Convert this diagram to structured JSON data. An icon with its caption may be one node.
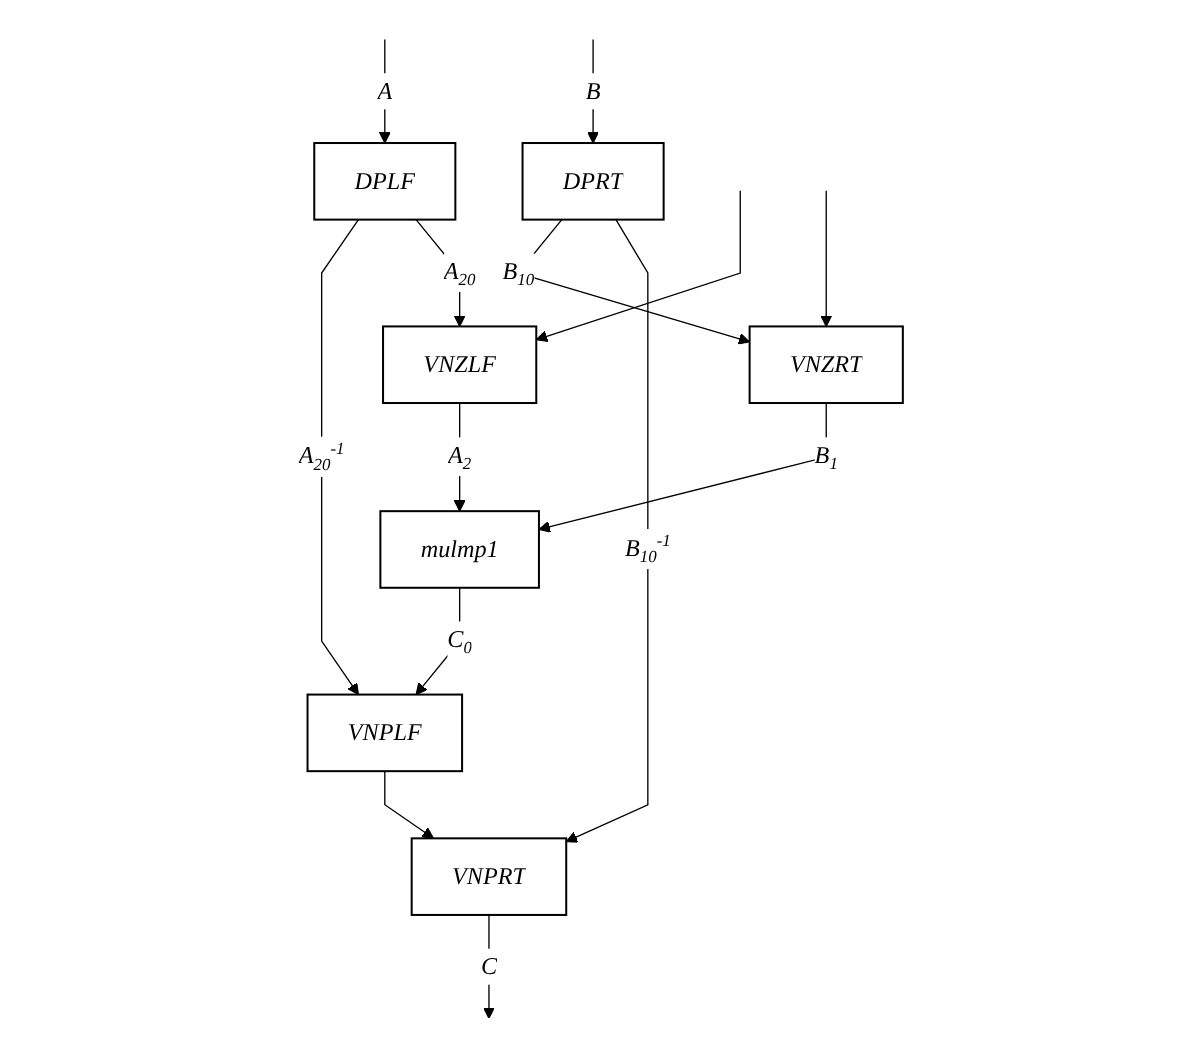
{
  "diagram": {
    "nodes": [
      {
        "text": [
          "DPLF"
        ]
      },
      {
        "text": [
          "DPRT"
        ]
      },
      {
        "text": [
          "VNZLF"
        ]
      },
      {
        "text": [
          "VNZRT"
        ]
      },
      {
        "text": [
          "mulmp1"
        ]
      },
      {
        "text": [
          "VNPLF"
        ]
      },
      {
        "text": [
          "VNPRT"
        ]
      }
    ],
    "edges": [
      {
        "from": null,
        "to": 0,
        "arrow": "to",
        "label": "A"
      },
      {
        "from": null,
        "to": 2,
        "arrow": "to"
      },
      {
        "from": null,
        "to": 1,
        "arrow": "to",
        "label": "B"
      },
      {
        "from": null,
        "to": 3,
        "arrow": "to"
      },
      {
        "from": 0,
        "to": 5,
        "arrow": "to",
        "label": "A$_{20}$$^{-1}$"
      },
      {
        "from": 0,
        "to": 2,
        "arrow": "to",
        "label": "A$_{20}$"
      },
      {
        "from": 1,
        "to": 3,
        "arrow": "to",
        "label": "B$_{10}$"
      },
      {
        "from": 1,
        "to": 6,
        "arrow": "to",
        "label": "B$_{10}$$^{-1}$"
      },
      {
        "from": 2,
        "to": 4,
        "arrow": "to",
        "label": "A$_{2}$"
      },
      {
        "from": 3,
        "to": 4,
        "arrow": "to",
        "label": "B$_{1}$"
      },
      {
        "from": 4,
        "to": 5,
        "arrow": "to",
        "label": "C$_{0}$"
      },
      {
        "from": 5,
        "to": 6,
        "arrow": "to"
      },
      {
        "from": 6,
        "to": null,
        "arrow": "to",
        "label": "C"
      }
    ]
  }
}
